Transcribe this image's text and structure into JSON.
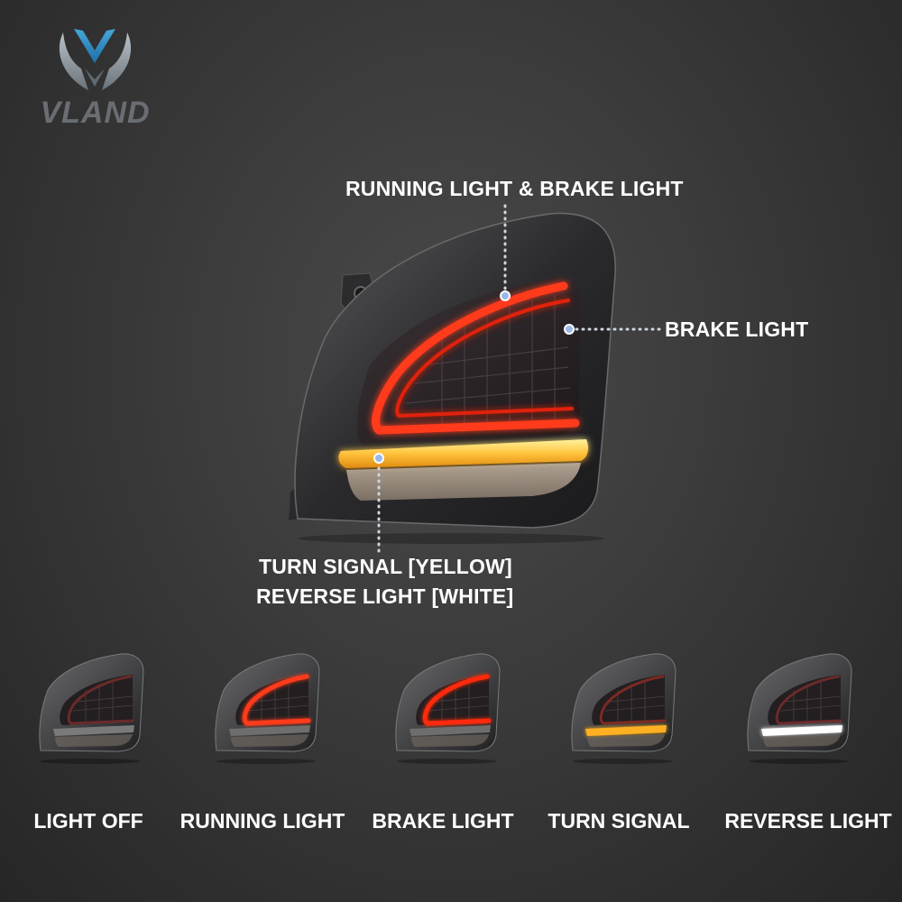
{
  "brand": {
    "logo_text": "VLAND"
  },
  "callouts": {
    "running_brake": "RUNNING LIGHT & BRAKE LIGHT",
    "brake": "BRAKE LIGHT",
    "turn_signal": "TURN SIGNAL [YELLOW]",
    "reverse": "REVERSE LIGHT [WHITE]"
  },
  "modes": [
    {
      "label": "LIGHT OFF",
      "red": "#6a2a2a",
      "bar": "#7a7a7a"
    },
    {
      "label": "RUNNING LIGHT",
      "red": "#ff3a1a",
      "bar": "#6e6e6e"
    },
    {
      "label": "BRAKE LIGHT",
      "red": "#ff2a10",
      "bar": "#6e6e6e"
    },
    {
      "label": "TURN SIGNAL",
      "red": "#7a2a22",
      "bar": "#ffb020"
    },
    {
      "label": "REVERSE LIGHT",
      "red": "#6a2a2a",
      "bar": "#ffffff"
    }
  ],
  "colors": {
    "red_led": "#ff3a1e",
    "amber_led": "#ffc43a",
    "dot": "#9ab8e8"
  }
}
